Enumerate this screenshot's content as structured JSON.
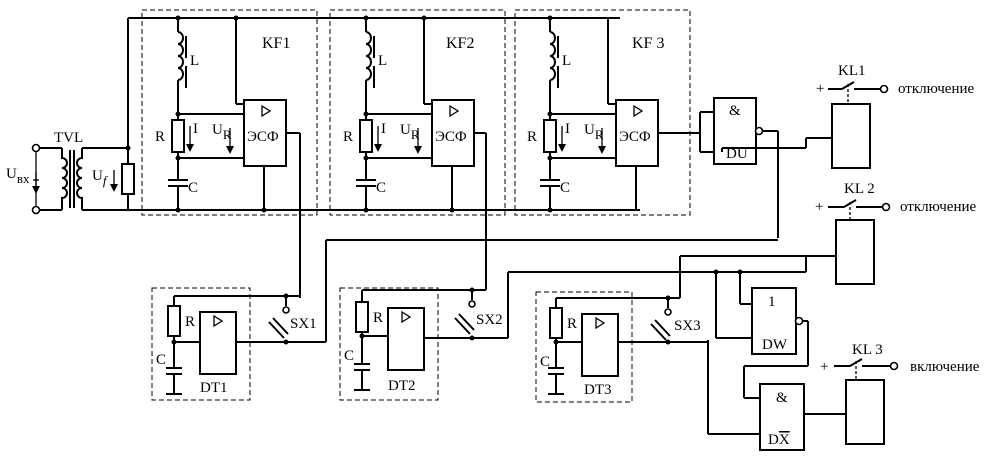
{
  "input": {
    "label_main": "U",
    "label_sub": "вх",
    "uf_main": "U",
    "uf_sub": "f"
  },
  "transformer": {
    "label": "TVL"
  },
  "filters": [
    {
      "name": "KF1",
      "l_label": "L",
      "r_label": "R",
      "c_label": "C",
      "i_label": "I",
      "ur_main": "U",
      "ur_sub": "R",
      "esf_label": "ЭСФ"
    },
    {
      "name": "KF2",
      "l_label": "L",
      "r_label": "R",
      "c_label": "C",
      "i_label": "I",
      "ur_main": "U",
      "ur_sub": "R",
      "esf_label": "ЭСФ"
    },
    {
      "name": "KF 3",
      "l_label": "L",
      "r_label": "R",
      "c_label": "C",
      "i_label": "I",
      "ur_main": "U",
      "ur_sub": "R",
      "esf_label": "ЭСФ"
    }
  ],
  "timers": [
    {
      "name": "DT1",
      "r_label": "R",
      "c_label": "C",
      "switch_label": "SX1"
    },
    {
      "name": "DT2",
      "r_label": "R",
      "c_label": "C",
      "switch_label": "SX2"
    },
    {
      "name": "DT3",
      "r_label": "R",
      "c_label": "C",
      "switch_label": "SX3"
    }
  ],
  "logic": {
    "du": {
      "name": "DU",
      "symbol": "&"
    },
    "dw": {
      "name": "DW",
      "symbol": "1"
    },
    "dx": {
      "name_main": "DX",
      "name_prefix": "D",
      "name_bar": "X",
      "symbol": "&"
    }
  },
  "relays": [
    {
      "name": "KL1",
      "plus": "+",
      "action": "отключение"
    },
    {
      "name": "KL 2",
      "plus": "+",
      "action": "отключение"
    },
    {
      "name": "KL 3",
      "plus": "+",
      "action": "включение"
    }
  ]
}
